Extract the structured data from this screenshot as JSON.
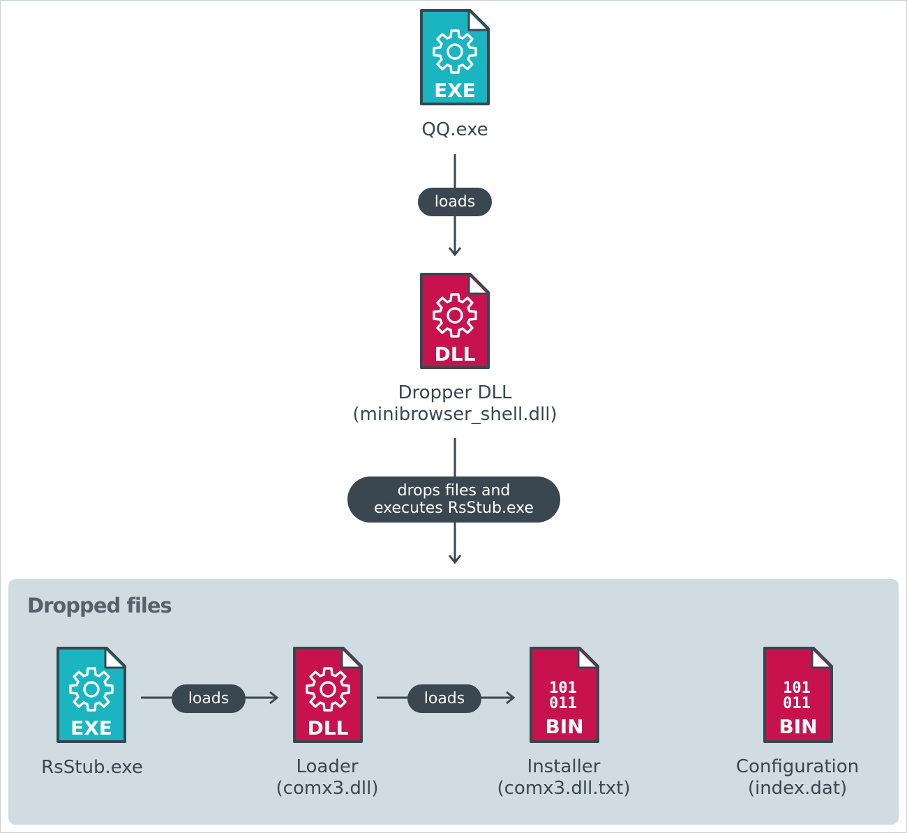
{
  "colors": {
    "exe_fill": "#1ab5c1",
    "dll_fill": "#c8124e",
    "outline": "#3a4650",
    "pill": "#3a4650",
    "panel": "#d1dbe2"
  },
  "top_nodes": {
    "qq": {
      "badge": "EXE",
      "label": "QQ.exe",
      "icon": "exe-file-icon"
    },
    "dropper": {
      "badge": "DLL",
      "label_line1": "Dropper DLL",
      "label_line2": "(minibrowser_shell.dll)",
      "icon": "dll-file-icon"
    }
  },
  "edges": {
    "qq_to_dropper": "loads",
    "dropper_to_files_line1": "drops files and",
    "dropper_to_files_line2": "executes RsStub.exe",
    "rsstub_to_loader": "loads",
    "loader_to_installer": "loads"
  },
  "dropped_files": {
    "title": "Dropped files",
    "rsstub": {
      "badge": "EXE",
      "label": "RsStub.exe",
      "icon": "exe-file-icon"
    },
    "loader": {
      "badge": "DLL",
      "label_line1": "Loader",
      "label_line2": "(comx3.dll)",
      "icon": "dll-file-icon"
    },
    "installer": {
      "badge": "BIN",
      "bits_line1": "101",
      "bits_line2": "011",
      "label_line1": "Installer",
      "label_line2": "(comx3.dll.txt)",
      "icon": "bin-file-icon"
    },
    "configuration": {
      "badge": "BIN",
      "bits_line1": "101",
      "bits_line2": "011",
      "label_line1": "Configuration",
      "label_line2": "(index.dat)",
      "icon": "bin-file-icon"
    }
  }
}
